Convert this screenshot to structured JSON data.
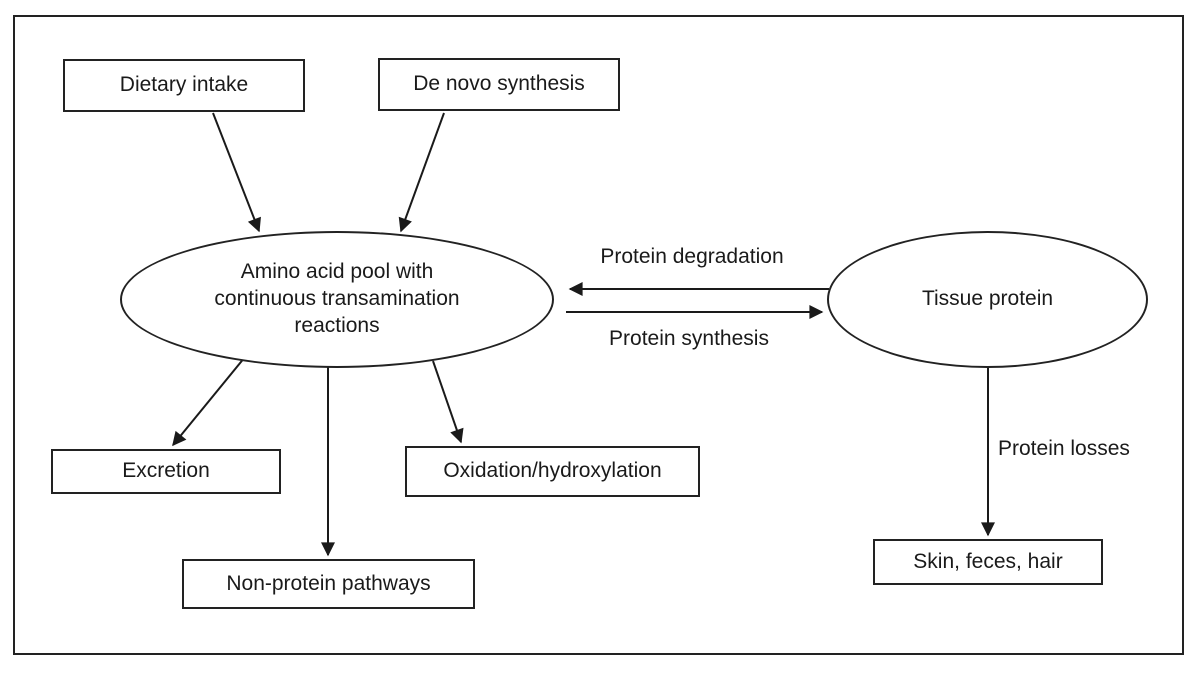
{
  "diagram": {
    "title": "Amino acid pool flow diagram",
    "colors": {
      "background": "#ffffff",
      "line": "#1a1a1a",
      "text": "#1a1a1a"
    },
    "nodes": {
      "dietary_intake": {
        "label": "Dietary intake",
        "shape": "rect"
      },
      "de_novo_synthesis": {
        "label": "De novo synthesis",
        "shape": "rect"
      },
      "amino_acid_pool": {
        "label": "Amino acid pool with continuous transamination reactions",
        "shape": "ellipse"
      },
      "tissue_protein": {
        "label": "Tissue protein",
        "shape": "ellipse"
      },
      "excretion": {
        "label": "Excretion",
        "shape": "rect"
      },
      "oxidation_hydroxylation": {
        "label": "Oxidation/hydroxylation",
        "shape": "rect"
      },
      "non_protein_pathways": {
        "label": "Non-protein pathways",
        "shape": "rect"
      },
      "skin_feces_hair": {
        "label": "Skin, feces, hair",
        "shape": "rect"
      }
    },
    "edge_labels": {
      "protein_degradation": "Protein degradation",
      "protein_synthesis": "Protein synthesis",
      "protein_losses": "Protein losses"
    },
    "edges": [
      {
        "from": "dietary_intake",
        "to": "amino_acid_pool"
      },
      {
        "from": "de_novo_synthesis",
        "to": "amino_acid_pool"
      },
      {
        "from": "tissue_protein",
        "to": "amino_acid_pool",
        "label": "Protein degradation"
      },
      {
        "from": "amino_acid_pool",
        "to": "tissue_protein",
        "label": "Protein synthesis"
      },
      {
        "from": "amino_acid_pool",
        "to": "excretion"
      },
      {
        "from": "amino_acid_pool",
        "to": "non_protein_pathways"
      },
      {
        "from": "amino_acid_pool",
        "to": "oxidation_hydroxylation"
      },
      {
        "from": "tissue_protein",
        "to": "skin_feces_hair",
        "label": "Protein losses"
      }
    ]
  }
}
